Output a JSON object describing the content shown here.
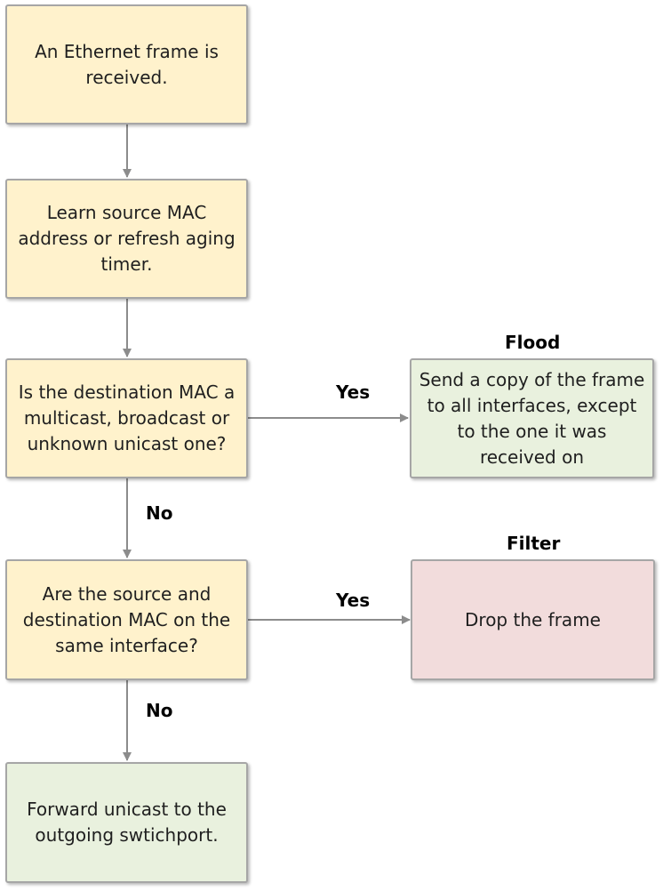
{
  "colors": {
    "process_fill": "#fff2cc",
    "terminal_fill": "#e9f1de",
    "filter_fill": "#f2dcdc",
    "border": "#a6a6a6",
    "connector": "#8c8c8c"
  },
  "nodes": {
    "received": "An Ethernet frame is received.",
    "learn": "Learn source MAC address or refresh aging timer.",
    "decision_multicast": "Is the destination MAC a multicast, broadcast or unknown unicast one?",
    "decision_same_interface": "Are the source and destination MAC on the same interface?",
    "forward": "Forward unicast to the outgoing swtichport.",
    "flood": "Send a copy of the frame to all interfaces, except to the one it was received on",
    "drop": "Drop the frame"
  },
  "headers": {
    "flood": "Flood",
    "filter": "Filter"
  },
  "edge_labels": {
    "yes_1": "Yes",
    "no_1": "No",
    "yes_2": "Yes",
    "no_2": "No"
  }
}
